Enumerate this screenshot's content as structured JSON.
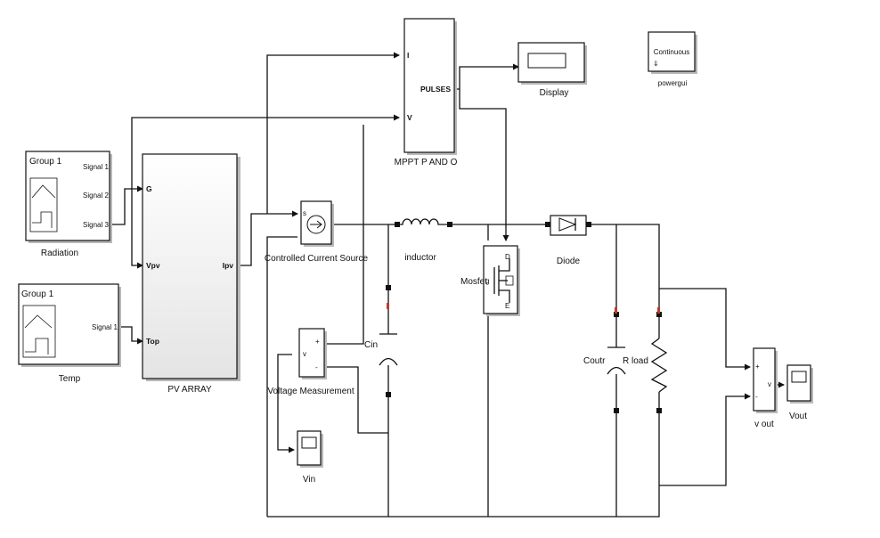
{
  "blocks": {
    "radiation": {
      "group": "Group 1",
      "signals": [
        "Signal 1",
        "Signal 2",
        "Signal 3"
      ],
      "label": "Radiation"
    },
    "temp": {
      "group": "Group 1",
      "signals": [
        "Signal 1"
      ],
      "label": "Temp"
    },
    "pv_array": {
      "ports": {
        "g": "G",
        "vpv": "Vpv",
        "top": "Top",
        "ipv": "Ipv"
      },
      "label": "PV ARRAY"
    },
    "mppt": {
      "ports": {
        "i": "I",
        "v": "V",
        "pulses": "PULSES"
      },
      "label": "MPPT P AND O"
    },
    "display": {
      "label": "Display"
    },
    "powergui": {
      "text": "Continuous",
      "label": "powergui"
    },
    "controlled_current_source": {
      "port_s": "s",
      "label": "Controlled Current Source"
    },
    "inductor": {
      "label": "inductor"
    },
    "mosfet": {
      "port_g": "g",
      "port_d": "D",
      "port_e": "E",
      "label": "Mosfet"
    },
    "diode": {
      "label": "Diode"
    },
    "cin": {
      "label": "Cin"
    },
    "voltage_measurement": {
      "port_plus": "+",
      "port_minus": "-",
      "port_v": "v",
      "label": "Voltage Measurement"
    },
    "vin": {
      "label": "Vin"
    },
    "coutr": {
      "label": "Coutr"
    },
    "r_load": {
      "label": "R load"
    },
    "v_out": {
      "port_plus": "+",
      "port_minus": "-",
      "port_v": "v",
      "label": "v out"
    },
    "vout": {
      "label": "Vout"
    }
  }
}
